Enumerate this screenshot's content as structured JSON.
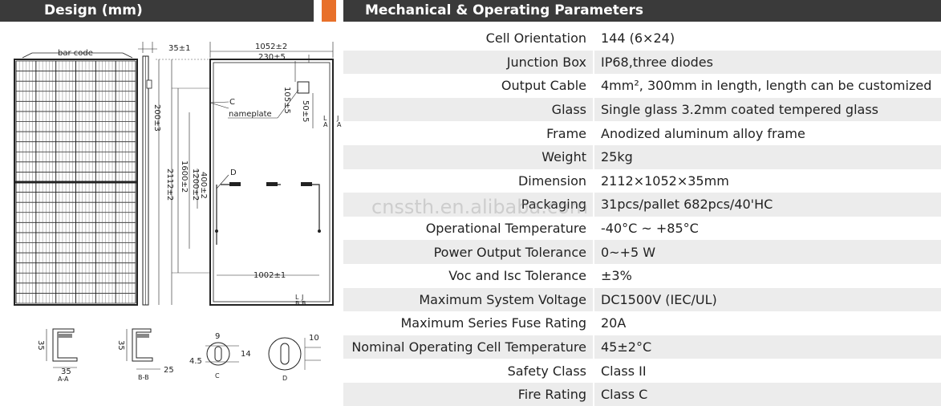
{
  "headers": {
    "left": "Design (mm)",
    "right": "Mechanical & Operating Parameters"
  },
  "drawing": {
    "bar_code": "bar code",
    "nameplate": "nameplate",
    "dim_35": "35±1",
    "dim_1052": "1052±2",
    "dim_230": "230±5",
    "dim_105": "105±5",
    "dim_50": "50±5",
    "dim_200": "200±3",
    "dim_400": "400±2",
    "dim_1200": "1200±2",
    "dim_1600": "1600±2",
    "dim_2112": "2112±2",
    "dim_1002": "1002±1",
    "label_C": "C",
    "label_D": "D",
    "label_A": "A",
    "label_B": "B",
    "label_L": "L",
    "label_J": "J",
    "section_aa": "A-A",
    "section_bb": "B-B",
    "sec_35_a": "35",
    "sec_35_a_w": "35",
    "sec_35_b": "35",
    "sec_25_b": "25",
    "hole_9": "9",
    "hole_14": "14",
    "hole_45": "4.5",
    "hole_10": "10"
  },
  "watermark": "cnssth.en.alibaba.com",
  "specs": [
    {
      "label": "Cell Orientation",
      "value": "144 (6×24)"
    },
    {
      "label": "Junction Box",
      "value": "IP68,three diodes"
    },
    {
      "label": "Output Cable",
      "value": "4mm², 300mm in length, length can be customized"
    },
    {
      "label": "Glass",
      "value": "Single glass 3.2mm coated tempered glass"
    },
    {
      "label": "Frame",
      "value": "Anodized aluminum alloy frame"
    },
    {
      "label": "Weight",
      "value": "25kg"
    },
    {
      "label": "Dimension",
      "value": "2112×1052×35mm"
    },
    {
      "label": "Packaging",
      "value": "31pcs/pallet     682pcs/40'HC"
    },
    {
      "label": "Operational Temperature",
      "value": "-40°C ~ +85°C"
    },
    {
      "label": "Power Output Tolerance",
      "value": "0~+5 W"
    },
    {
      "label": "Voc and Isc Tolerance",
      "value": "±3%"
    },
    {
      "label": "Maximum System Voltage",
      "value": "DC1500V (IEC/UL)"
    },
    {
      "label": "Maximum Series Fuse Rating",
      "value": "20A"
    },
    {
      "label": "Nominal Operating Cell Temperature",
      "value": "45±2°C"
    },
    {
      "label": "Safety Class",
      "value": "Class II"
    },
    {
      "label": "Fire Rating",
      "value": "Class C"
    }
  ]
}
